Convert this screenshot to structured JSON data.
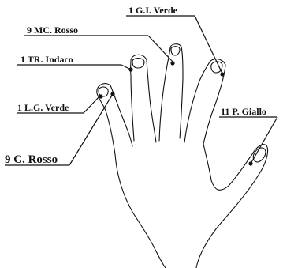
{
  "labels": {
    "gi": "1 G.I. Verde",
    "mc": "9 MC. Rosso",
    "tr": "1 TR. Indaco",
    "lg": "1 L.G.  Verde",
    "c": "9 C.  Rosso",
    "p": "11 P. Giallo"
  }
}
